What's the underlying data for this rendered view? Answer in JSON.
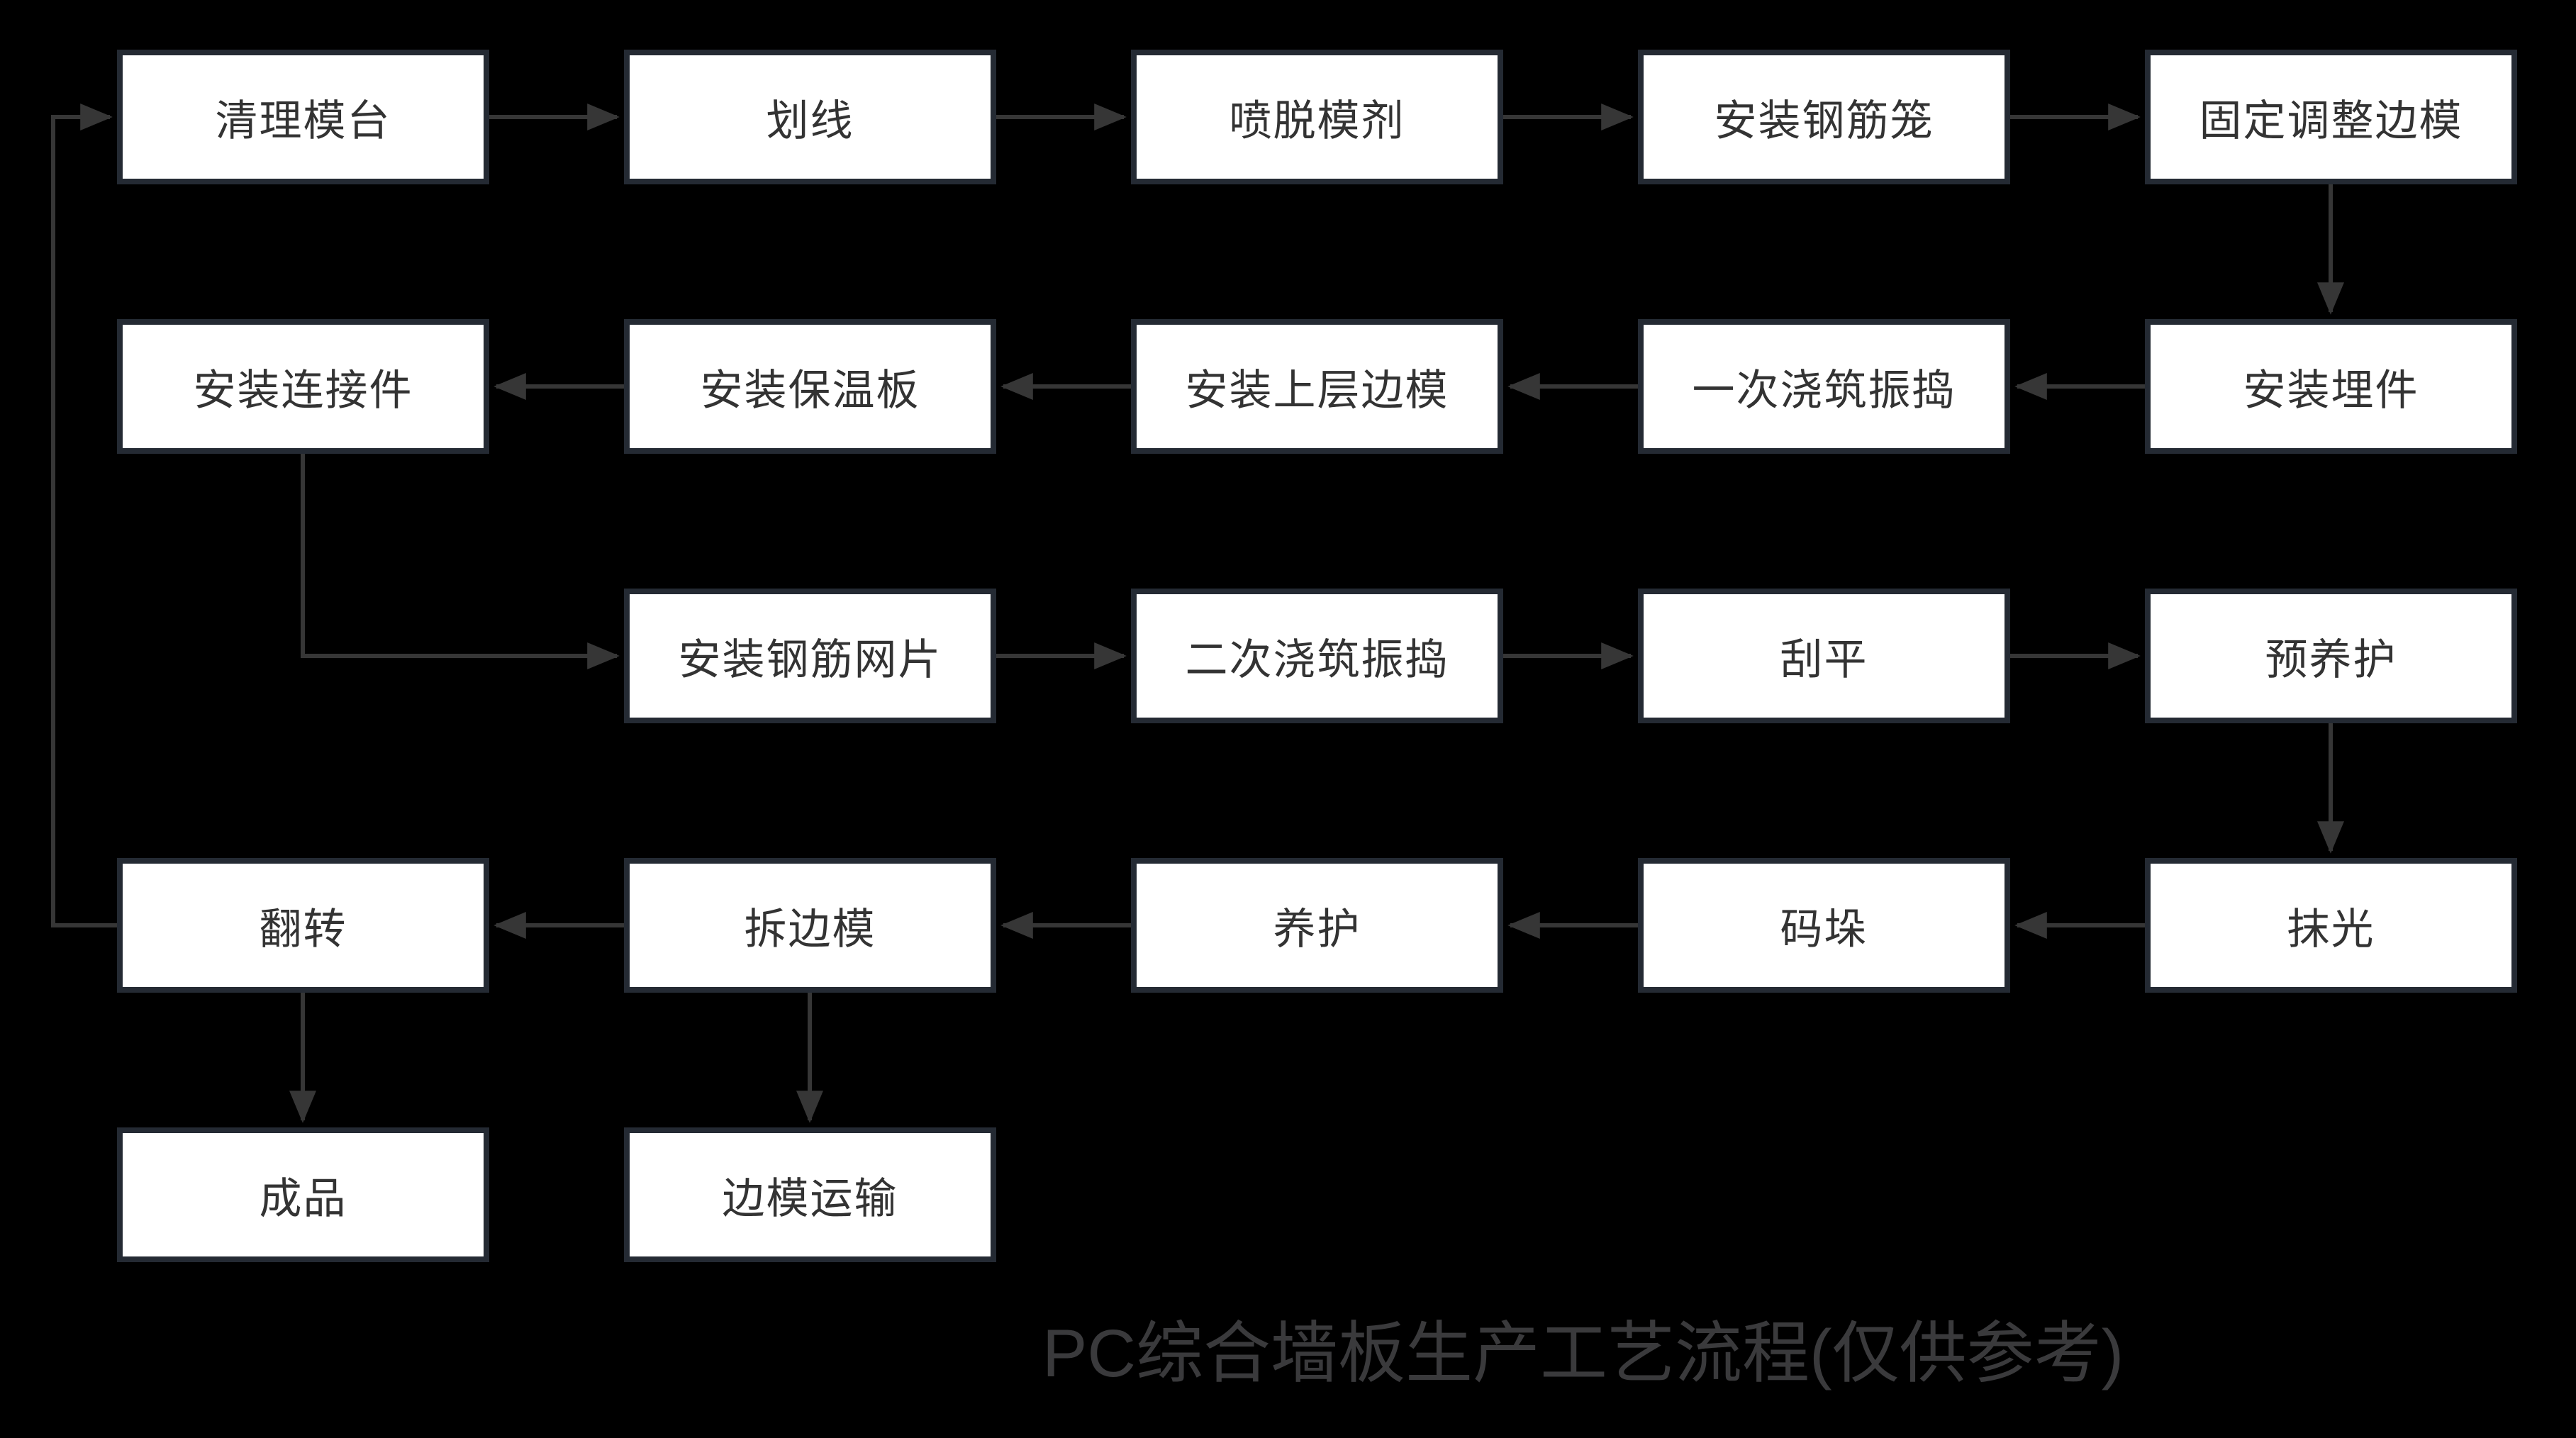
{
  "diagram": {
    "title": "PC综合墙板生产工艺流程(仅供参考)",
    "nodes": [
      {
        "id": "qingli-motai",
        "label": "清理模台",
        "row": 1,
        "col": 1
      },
      {
        "id": "huaxian",
        "label": "划线",
        "row": 1,
        "col": 2
      },
      {
        "id": "pen-tuomoji",
        "label": "喷脱模剂",
        "row": 1,
        "col": 3
      },
      {
        "id": "anzhuang-gangjinlong",
        "label": "安装钢筋笼",
        "row": 1,
        "col": 4
      },
      {
        "id": "guding-tiaozheng-bianmo",
        "label": "固定调整边模",
        "row": 1,
        "col": 5
      },
      {
        "id": "anzhuang-lianjiejian",
        "label": "安装连接件",
        "row": 2,
        "col": 1
      },
      {
        "id": "anzhuang-baowenban",
        "label": "安装保温板",
        "row": 2,
        "col": 2
      },
      {
        "id": "anzhuang-shangceng-bianmo",
        "label": "安装上层边模",
        "row": 2,
        "col": 3
      },
      {
        "id": "yici-jiaozhu-zhendao",
        "label": "一次浇筑振捣",
        "row": 2,
        "col": 4
      },
      {
        "id": "anzhuang-maijian",
        "label": "安装埋件",
        "row": 2,
        "col": 5
      },
      {
        "id": "anzhuang-gangjin-wangpian",
        "label": "安装钢筋网片",
        "row": 3,
        "col": 2
      },
      {
        "id": "erci-jiaozhu-zhendao",
        "label": "二次浇筑振捣",
        "row": 3,
        "col": 3
      },
      {
        "id": "guaping",
        "label": "刮平",
        "row": 3,
        "col": 4
      },
      {
        "id": "yu-yanghu",
        "label": "预养护",
        "row": 3,
        "col": 5
      },
      {
        "id": "fanzhuan",
        "label": "翻转",
        "row": 4,
        "col": 1
      },
      {
        "id": "chai-bianmo",
        "label": "拆边模",
        "row": 4,
        "col": 2
      },
      {
        "id": "yanghu",
        "label": "养护",
        "row": 4,
        "col": 3
      },
      {
        "id": "maduo",
        "label": "码垛",
        "row": 4,
        "col": 4
      },
      {
        "id": "moguang",
        "label": "抹光",
        "row": 4,
        "col": 5
      },
      {
        "id": "chengpin",
        "label": "成品",
        "row": 5,
        "col": 1
      },
      {
        "id": "bianmo-yunshu",
        "label": "边模运输",
        "row": 5,
        "col": 2
      }
    ],
    "edges": [
      {
        "from": "qingli-motai",
        "to": "huaxian"
      },
      {
        "from": "huaxian",
        "to": "pen-tuomoji"
      },
      {
        "from": "pen-tuomoji",
        "to": "anzhuang-gangjinlong"
      },
      {
        "from": "anzhuang-gangjinlong",
        "to": "guding-tiaozheng-bianmo"
      },
      {
        "from": "guding-tiaozheng-bianmo",
        "to": "anzhuang-maijian"
      },
      {
        "from": "anzhuang-maijian",
        "to": "yici-jiaozhu-zhendao"
      },
      {
        "from": "yici-jiaozhu-zhendao",
        "to": "anzhuang-shangceng-bianmo"
      },
      {
        "from": "anzhuang-shangceng-bianmo",
        "to": "anzhuang-baowenban"
      },
      {
        "from": "anzhuang-baowenban",
        "to": "anzhuang-lianjiejian"
      },
      {
        "from": "anzhuang-lianjiejian",
        "to": "anzhuang-gangjin-wangpian"
      },
      {
        "from": "anzhuang-gangjin-wangpian",
        "to": "erci-jiaozhu-zhendao"
      },
      {
        "from": "erci-jiaozhu-zhendao",
        "to": "guaping"
      },
      {
        "from": "guaping",
        "to": "yu-yanghu"
      },
      {
        "from": "yu-yanghu",
        "to": "moguang"
      },
      {
        "from": "moguang",
        "to": "maduo"
      },
      {
        "from": "maduo",
        "to": "yanghu"
      },
      {
        "from": "yanghu",
        "to": "chai-bianmo"
      },
      {
        "from": "chai-bianmo",
        "to": "fanzhuan"
      },
      {
        "from": "fanzhuan",
        "to": "chengpin"
      },
      {
        "from": "chai-bianmo",
        "to": "bianmo-yunshu"
      },
      {
        "from": "fanzhuan",
        "to": "qingli-motai"
      }
    ],
    "colors": {
      "background": "#000000",
      "node_fill": "#ffffff",
      "node_border": "#242a33",
      "node_text": "#333333",
      "arrow": "#363636",
      "title_text": "#3a3a3c"
    }
  }
}
